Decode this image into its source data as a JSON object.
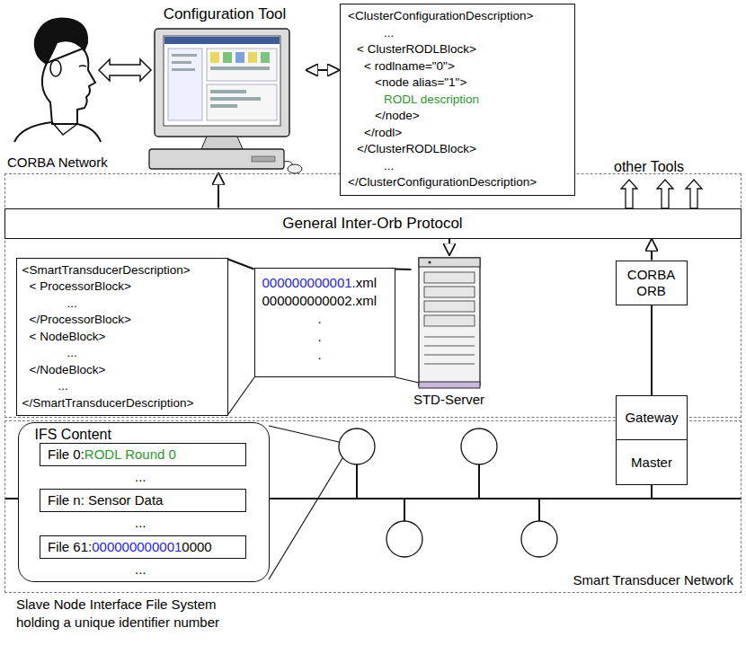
{
  "diagram": {
    "nodes": [
      {
        "text": [
          "CORBA Network"
        ]
      },
      {
        "text": [
          "Configuration Tool"
        ]
      },
      {
        "text": [
          "<ClusterConfigurationDescription>",
          "...",
          "< ClusterRODLBlock>",
          "< rodlname=\"0\">",
          "<node alias=\"1\">",
          "RODL description",
          "</node>",
          "</rodl>",
          "</ClusterRODLBlock>",
          "...",
          "</ClusterConfigurationDescription>"
        ]
      },
      {
        "text": [
          "General Inter-Orb Protocol"
        ],
        "in": 0
      },
      {
        "text": [
          "STD-Server"
        ],
        "in": 0
      },
      {
        "text": [
          "000000000001",
          ".xml",
          "000000000002.xml",
          ".",
          ".",
          "."
        ],
        "in": 0
      },
      {
        "text": [
          "<SmartTransducerDescription>",
          "< ProcessorBlock>",
          "...",
          "</ProcessorBlock>",
          "< NodeBlock>",
          "...",
          "</NodeBlock>",
          "...",
          "</SmartTransducerDescription>"
        ],
        "in": 0
      },
      {
        "text": [
          "CORBA ORB"
        ],
        "in": 0
      },
      {
        "text": [
          "Smart Transducer Network"
        ]
      },
      {
        "text": [
          "Gateway"
        ]
      },
      {
        "text": [
          "Master"
        ]
      },
      {
        "text": [
          "IFS Content"
        ],
        "in": 8
      },
      {
        "text": [
          "File 0:",
          "RODL Round 0"
        ],
        "in": 11
      },
      {
        "text": [
          "File n: Sensor Data"
        ],
        "in": 11
      },
      {
        "text": [
          "File 61:",
          "000000000001",
          "0000"
        ],
        "in": 11
      }
    ],
    "edges": [
      {
        "from": 1,
        "to": 2,
        "arrow": "both"
      },
      {
        "from": 3,
        "to": 1,
        "arrow": "to"
      },
      {
        "from": 3,
        "to": 4,
        "arrow": "to"
      },
      {
        "from": 7,
        "to": 3,
        "arrow": "to"
      },
      {
        "from": 7,
        "to": 9,
        "arrow": "none"
      },
      {
        "from": 6,
        "to": 5,
        "arrow": "none"
      },
      {
        "from": 5,
        "to": 4,
        "arrow": "none"
      }
    ],
    "labels": [
      "other Tools",
      "...",
      "...",
      "...",
      "Slave Node Interface File System holding a unique identifier number"
    ]
  }
}
